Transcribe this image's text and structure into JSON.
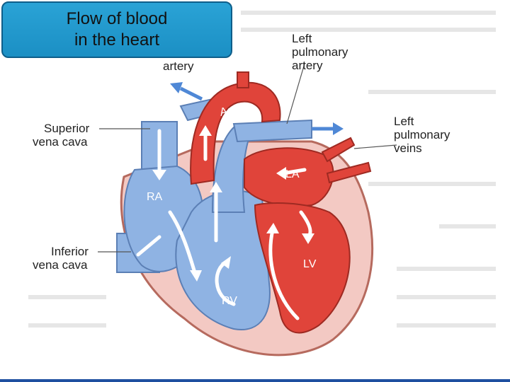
{
  "title": {
    "line1": "Flow of blood",
    "line2": "in the heart"
  },
  "labels": {
    "artery_fragment": "artery",
    "left_pulmonary_artery": [
      "Left",
      "pulmonary",
      "artery"
    ],
    "superior_vena_cava": [
      "Superior",
      "vena cava"
    ],
    "inferior_vena_cava": [
      "Inferior",
      "vena cava"
    ],
    "left_pulmonary_veins": [
      "Left",
      "pulmonary",
      "veins"
    ]
  },
  "chambers": {
    "aorta": "Aorta",
    "ra": "RA",
    "rv": "RV",
    "la": "LA",
    "lv": "LV"
  },
  "colors": {
    "oxygen_rich": "#e0443a",
    "oxygen_poor": "#8fb3e3",
    "title_box": "#1b8fc4"
  }
}
